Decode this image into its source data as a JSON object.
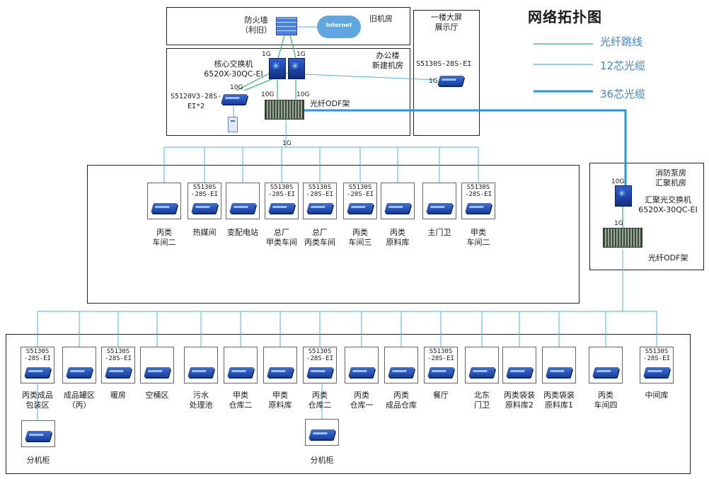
{
  "title": "网络拓扑图",
  "legend": {
    "fiber_jumper": "光纤跳线",
    "cable_12": "12芯光缆",
    "cable_36": "36芯光缆",
    "colors": {
      "fiber_jumper": "#2fb86a",
      "cable_12": "#4cb3d8",
      "cable_36": "#1e9be0"
    }
  },
  "old_room": {
    "label": "旧机房",
    "firewall": "防火墙\n（利旧）",
    "internet": "Internet"
  },
  "office": {
    "label": "办公楼\n新建机房",
    "core_switch": "核心交换机\n6520X-30QC-EI",
    "access_switch": "S5120V3-28S-\nEI*2",
    "odf": "光纤ODF架",
    "link_1g_a": "1G",
    "link_1g_b": "1G",
    "link_10g_a": "10G",
    "link_10g_b": "10G",
    "link_10g_c": "10G",
    "trunk": "1G"
  },
  "hall": {
    "label": "一楼大屏\n展示厅",
    "switch": "S5130S-28S-EI",
    "link": "1G"
  },
  "pump": {
    "label": "消防泵房\n汇聚机房",
    "switch": "汇聚光交换机\n6520X-30QC-EI",
    "odf": "光纤ODF架",
    "link_10g": "10G",
    "link_1g": "1G"
  },
  "mid_row": [
    {
      "model": "",
      "name": "丙类\n车间二"
    },
    {
      "model": "S5130S\n-28S-EI",
      "name": "热媒间"
    },
    {
      "model": "",
      "name": "变配电站"
    },
    {
      "model": "S5130S\n-28S-EI",
      "name": "总厂\n甲类车间"
    },
    {
      "model": "S5130S\n-28S-EI",
      "name": "总厂\n丙类车间"
    },
    {
      "model": "S5130S\n-28S-EI",
      "name": "丙类\n车间三"
    },
    {
      "model": "",
      "name": "丙类\n原料库"
    },
    {
      "model": "",
      "name": "主门卫"
    },
    {
      "model": "S5130S\n-28S-EI",
      "name": "甲类\n车间二"
    }
  ],
  "bottom_row": [
    {
      "model": "S5130S\n-28S-EI",
      "name": "丙类成品\n包装区"
    },
    {
      "model": "",
      "name": "成品罐区\n（丙）"
    },
    {
      "model": "S5130S\n-28S-EI",
      "name": "暖房"
    },
    {
      "model": "",
      "name": "空桶区"
    },
    {
      "model": "",
      "name": "污水\n处理池"
    },
    {
      "model": "",
      "name": "甲类\n仓库二"
    },
    {
      "model": "",
      "name": "甲类\n原料库"
    },
    {
      "model": "S5130S\n-28S-EI",
      "name": "丙类\n仓库二"
    },
    {
      "model": "",
      "name": "丙类\n仓库一"
    },
    {
      "model": "",
      "name": "丙类\n成品仓库"
    },
    {
      "model": "S5130S\n-28S-EI",
      "name": "餐厅"
    },
    {
      "model": "",
      "name": "北东\n门卫"
    },
    {
      "model": "",
      "name": "丙类袋装\n原料库2"
    },
    {
      "model": "",
      "name": "丙类袋装\n原料库1"
    },
    {
      "model": "",
      "name": "丙类\n车间四"
    },
    {
      "model": "S5130S\n-28S-EI",
      "name": "中间库"
    }
  ],
  "sub_cabinets": [
    "分机柜",
    "分机柜"
  ]
}
